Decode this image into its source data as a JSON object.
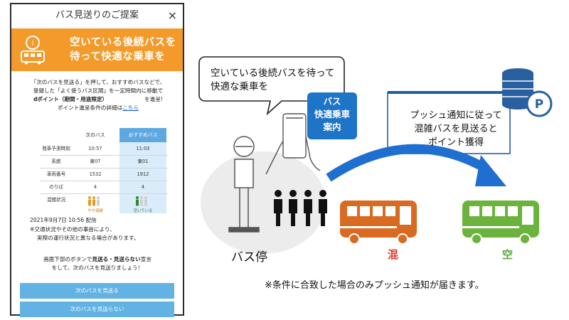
{
  "dialog": {
    "title": "バス見送りのご提案",
    "close_glyph": "×",
    "banner_line1": "空いている後続バスを",
    "banner_line2": "待って快適な乗車を",
    "intro_line1": "「次のバスを見送る」を押して、おすすめバスなどで、",
    "intro_line2": "登録した「よく使うバス区間」を一定時間内に移動で",
    "intro_line3_bold": "dポイント（期間・用途限定）",
    "intro_line3_rest": "を進呈!",
    "intro_line4_text": "ポイント進呈条件の詳細は",
    "intro_line4_link": "こちら",
    "table": {
      "header_next": "次のバス",
      "header_recommended": "おすすめバス",
      "rows": [
        {
          "label": "発車予測時刻",
          "next": "10:57",
          "rec": "11:03"
        },
        {
          "label": "系統",
          "next": "東07",
          "rec": "東01"
        },
        {
          "label": "車両番号",
          "next": "1532",
          "rec": "1912"
        },
        {
          "label": "のりば",
          "next": "4",
          "rec": "4"
        }
      ],
      "crowd_label": "混雑状況",
      "crowd_next": "やや混雑",
      "crowd_rec": "空いている"
    },
    "datetime": "2021年9月7日 10:56 配信",
    "note_line1": "※交通状況やその他の事由により、",
    "note_line2": "実際の運行状況と異なる場合があります。",
    "note_line3": "",
    "prompt_line1_a": "画面下部のボタンで",
    "prompt_line1_b": "見送る・見送らない",
    "prompt_line1_c": "宣言",
    "prompt_line2": "をして、次のバスを見送りましょう！",
    "button_watch": "次のバスを見送る",
    "button_skip": "次のバスを見送らない"
  },
  "illustration": {
    "bubble_line1": "空いている後続バスを待って",
    "bubble_line2": "快適な乗車を",
    "badge_line1": "バス",
    "badge_line2": "快適乗車",
    "badge_line3": "案内",
    "push_line1": "プッシュ通知に従って",
    "push_line2": "混雑バスを見送ると",
    "push_line3": "ポイント獲得",
    "coin_symbol": "P",
    "bus_stop_label": "バス停",
    "crowded_label": "混",
    "empty_label": "空",
    "footer_note": "※条件に合致した場合のみプッシュ通知が届きます。"
  },
  "colors": {
    "banner_orange": "#f39a2a",
    "button_blue": "#62b2e4",
    "badge_blue": "#1e74c6",
    "arrow_blue": "#1f6fd0",
    "crowded_bus": "#d86a22",
    "empty_bus": "#6cb33e",
    "crowded_text": "#e03a2d",
    "empty_text": "#58a83a"
  }
}
